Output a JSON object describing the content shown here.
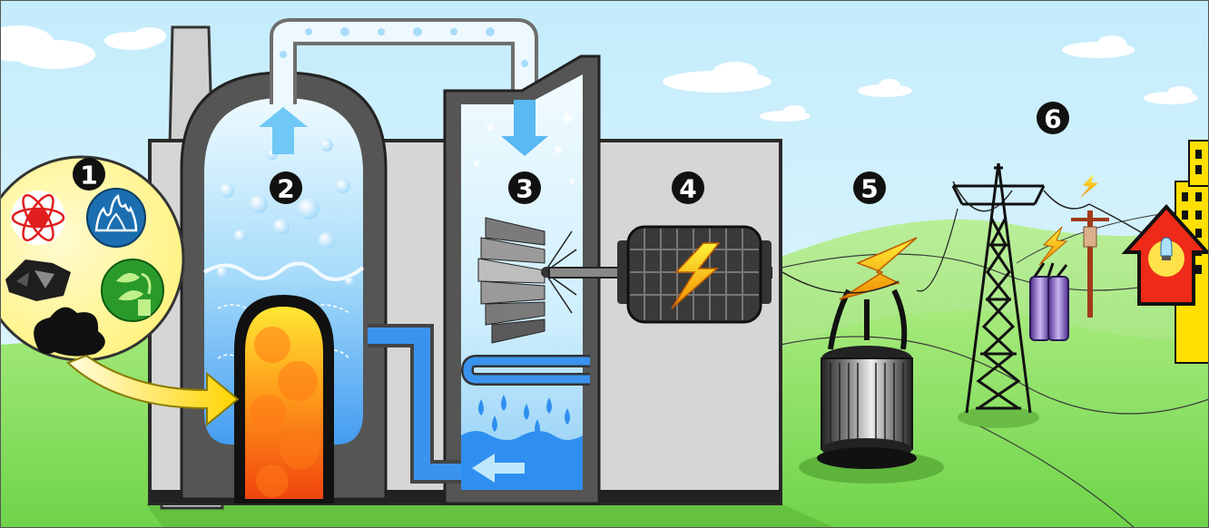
{
  "diagram": {
    "steps": [
      {
        "number": "1",
        "part": "fuel-sources",
        "fuels": [
          "atom-icon",
          "gas-flame-icon",
          "coal-icon",
          "biomass-icon",
          "oil-icon"
        ]
      },
      {
        "number": "2",
        "part": "boiler"
      },
      {
        "number": "3",
        "part": "steam-turbine-and-condenser"
      },
      {
        "number": "4",
        "part": "generator"
      },
      {
        "number": "5",
        "part": "step-up-transformer"
      },
      {
        "number": "6",
        "part": "transmission-and-distribution"
      }
    ],
    "colors": {
      "sky": "#cdeefb",
      "grass": "#86dd5c",
      "building": "#d4d4d4",
      "outline": "#3a3a3a",
      "water": "#2d8ff0",
      "fire": "#f76a12",
      "bolt": "#ffd400"
    }
  }
}
